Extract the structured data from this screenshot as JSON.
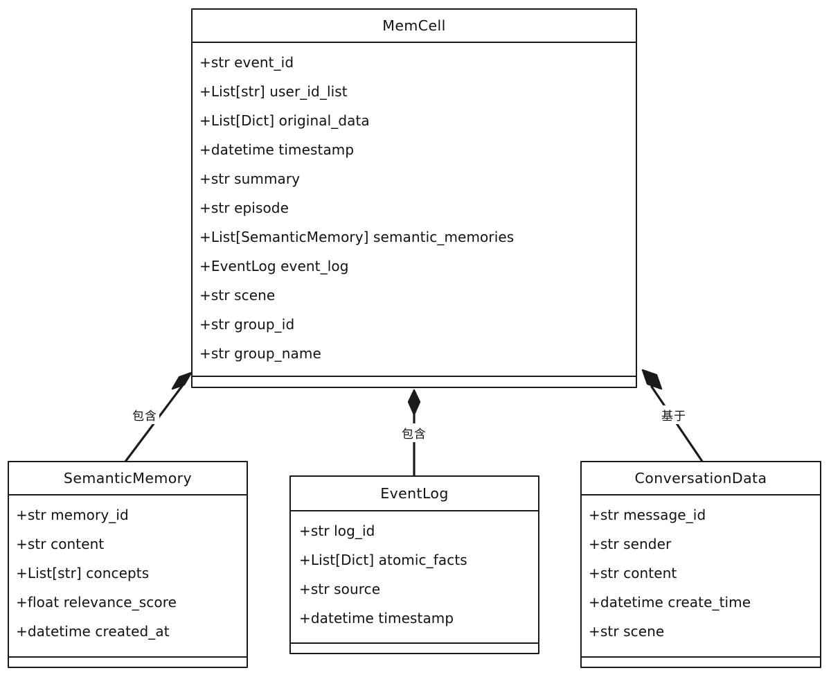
{
  "diagram": {
    "type": "uml-class-diagram",
    "background_color": "#ffffff",
    "stroke_color": "#1a1a1a",
    "classes": [
      {
        "id": "memcell",
        "name": "MemCell",
        "attributes": [
          "+str event_id",
          "+List[str] user_id_list",
          "+List[Dict] original_data",
          "+datetime timestamp",
          "+str summary",
          "+str episode",
          "+List[SemanticMemory] semantic_memories",
          "+EventLog event_log",
          "+str scene",
          "+str group_id",
          "+str group_name"
        ],
        "methods": []
      },
      {
        "id": "semanticmemory",
        "name": "SemanticMemory",
        "attributes": [
          "+str memory_id",
          "+str content",
          "+List[str] concepts",
          "+float relevance_score",
          "+datetime created_at"
        ],
        "methods": []
      },
      {
        "id": "eventlog",
        "name": "EventLog",
        "attributes": [
          "+str log_id",
          "+List[Dict] atomic_facts",
          "+str source",
          "+datetime timestamp"
        ],
        "methods": []
      },
      {
        "id": "conversationdata",
        "name": "ConversationData",
        "attributes": [
          "+str message_id",
          "+str sender",
          "+str content",
          "+datetime create_time",
          "+str scene"
        ],
        "methods": []
      }
    ],
    "relationships": [
      {
        "id": "memcell-semanticmemory",
        "from": "MemCell",
        "to": "SemanticMemory",
        "kind": "composition",
        "marker": "filled-diamond",
        "label": "包含"
      },
      {
        "id": "memcell-eventlog",
        "from": "MemCell",
        "to": "EventLog",
        "kind": "composition",
        "marker": "filled-diamond",
        "label": "包含"
      },
      {
        "id": "memcell-conversationdata",
        "from": "MemCell",
        "to": "ConversationData",
        "kind": "composition",
        "marker": "filled-diamond",
        "label": "基于"
      }
    ]
  }
}
